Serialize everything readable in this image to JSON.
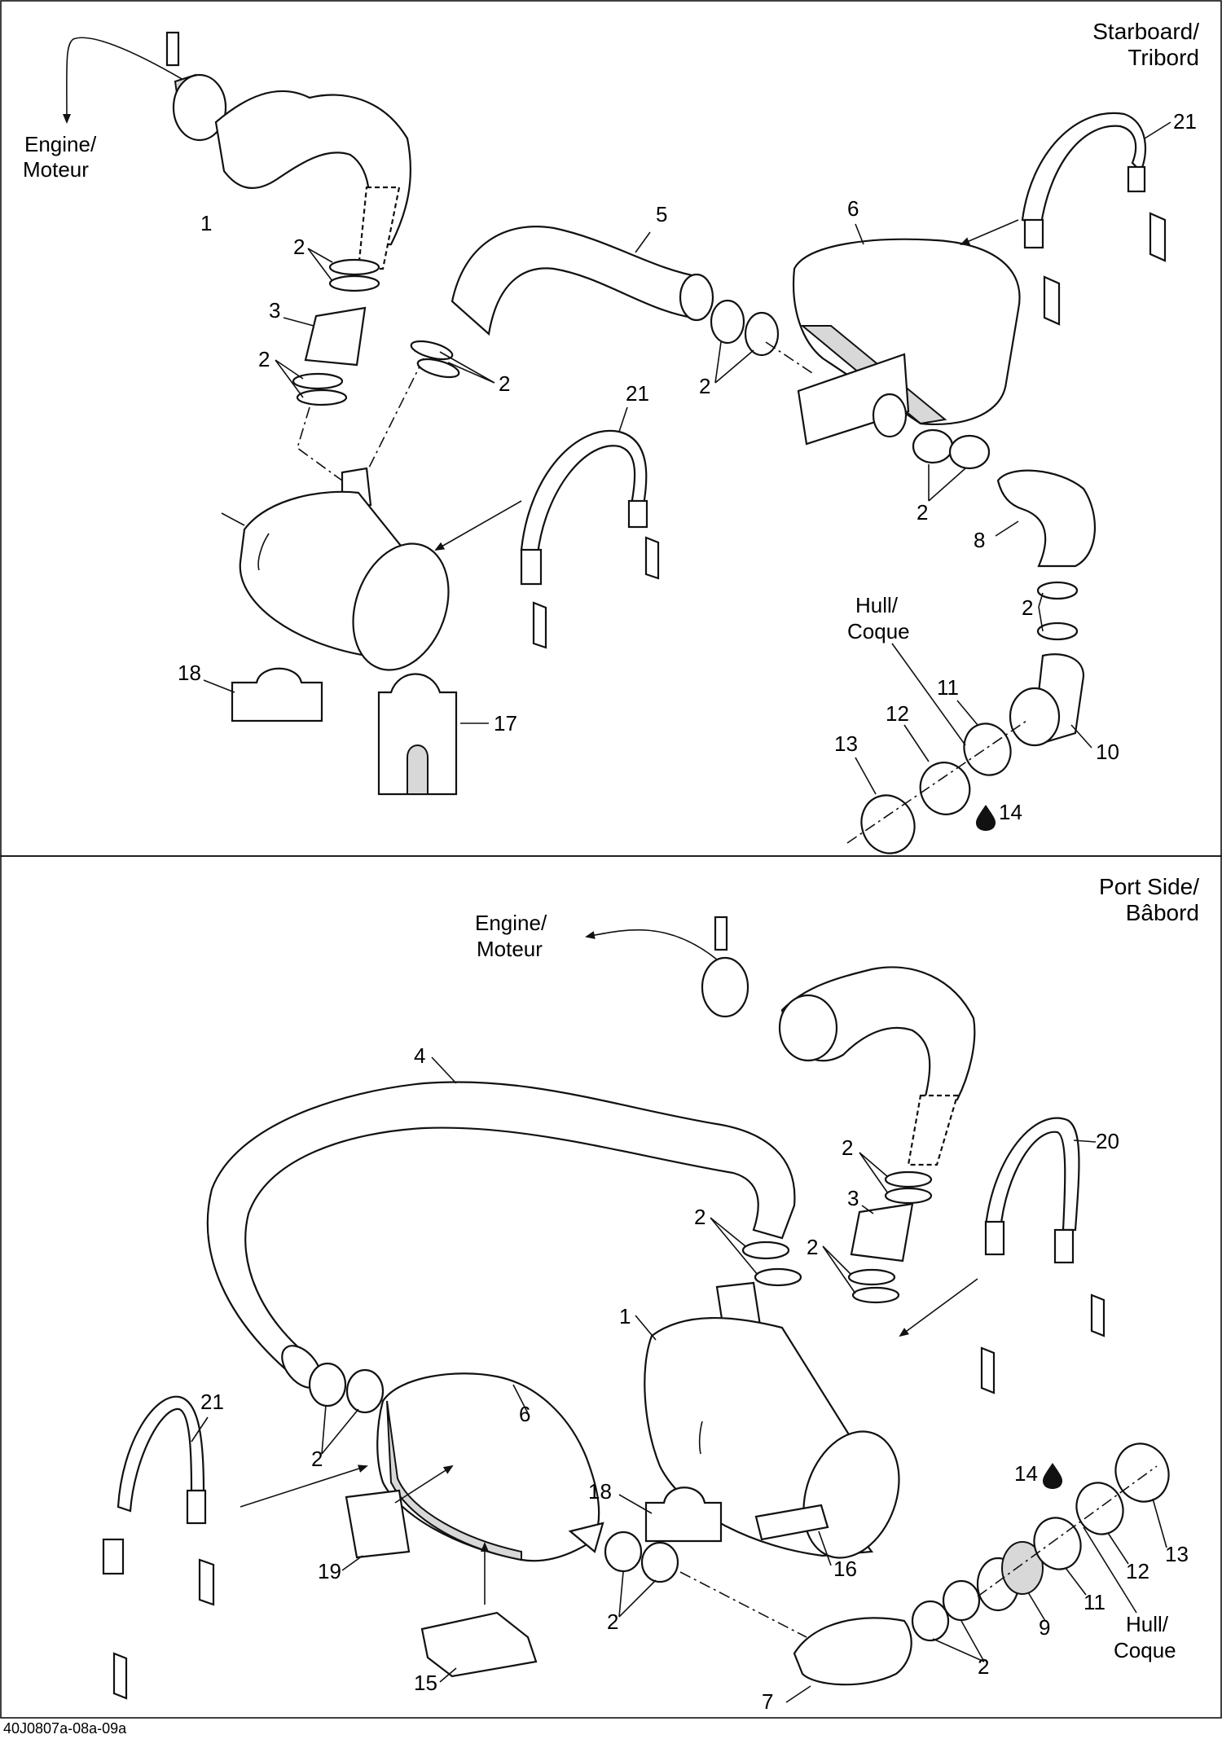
{
  "panels": {
    "top": {
      "title_line1": "Starboard/",
      "title_line2": "Tribord"
    },
    "bottom": {
      "title_line1": "Port Side/",
      "title_line2": "Bâbord"
    }
  },
  "annotations": {
    "engine_top_line1": "Engine/",
    "engine_top_line2": "Moteur",
    "engine_bottom_line1": "Engine/",
    "engine_bottom_line2": "Moteur",
    "hull_top_line1": "Hull/",
    "hull_top_line2": "Coque",
    "hull_bottom_line1": "Hull/",
    "hull_bottom_line2": "Coque"
  },
  "callouts_top": {
    "c1": "1",
    "c2a": "2",
    "c2b": "2",
    "c2c": "2",
    "c2d": "2",
    "c2e": "2",
    "c2f": "2",
    "c3": "3",
    "c5": "5",
    "c6": "6",
    "c8": "8",
    "c10": "10",
    "c11": "11",
    "c12": "12",
    "c13": "13",
    "c14": "14",
    "c17": "17",
    "c18": "18",
    "c21a": "21",
    "c21b": "21"
  },
  "callouts_bottom": {
    "c1": "1",
    "c2a": "2",
    "c2b": "2",
    "c2c": "2",
    "c2d": "2",
    "c2e": "2",
    "c2f": "2",
    "c3": "3",
    "c4": "4",
    "c6": "6",
    "c7": "7",
    "c9": "9",
    "c11": "11",
    "c12": "12",
    "c13": "13",
    "c14": "14",
    "c15": "15",
    "c16": "16",
    "c18": "18",
    "c19": "19",
    "c20": "20",
    "c21": "21"
  },
  "figure_code": "40J0807a-08a-09a",
  "icons": [
    "drop-icon",
    "arrow-icon"
  ]
}
